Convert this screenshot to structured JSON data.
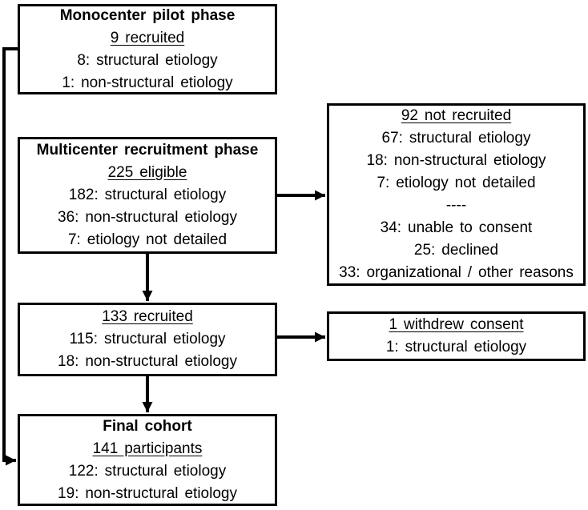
{
  "colors": {
    "border": "#000000",
    "background": "#ffffff",
    "text": "#000000"
  },
  "boxes": {
    "monocenter": {
      "title": "Monocenter pilot phase",
      "subtitle": "9 recruited",
      "lines": [
        "8: structural etiology",
        "1: non-structural etiology"
      ]
    },
    "notrecruited": {
      "subtitle": "92 not recruited",
      "lines": [
        "67: structural etiology",
        "18: non-structural etiology",
        "7: etiology not detailed",
        "----",
        "34: unable to consent",
        "25: declined",
        "33: organizational / other reasons"
      ]
    },
    "multicenter": {
      "title": "Multicenter recruitment phase",
      "subtitle": "225 eligible",
      "lines": [
        "182: structural etiology",
        "36: non-structural etiology",
        "7: etiology not detailed"
      ]
    },
    "recruited": {
      "subtitle": "133 recruited",
      "lines": [
        "115: structural etiology",
        "18: non-structural etiology"
      ]
    },
    "withdrew": {
      "subtitle": "1 withdrew consent",
      "lines": [
        "1: structural etiology"
      ]
    },
    "final": {
      "title": "Final cohort",
      "subtitle": "141 participants",
      "lines": [
        "122: structural etiology",
        "19: non-structural etiology"
      ]
    }
  }
}
